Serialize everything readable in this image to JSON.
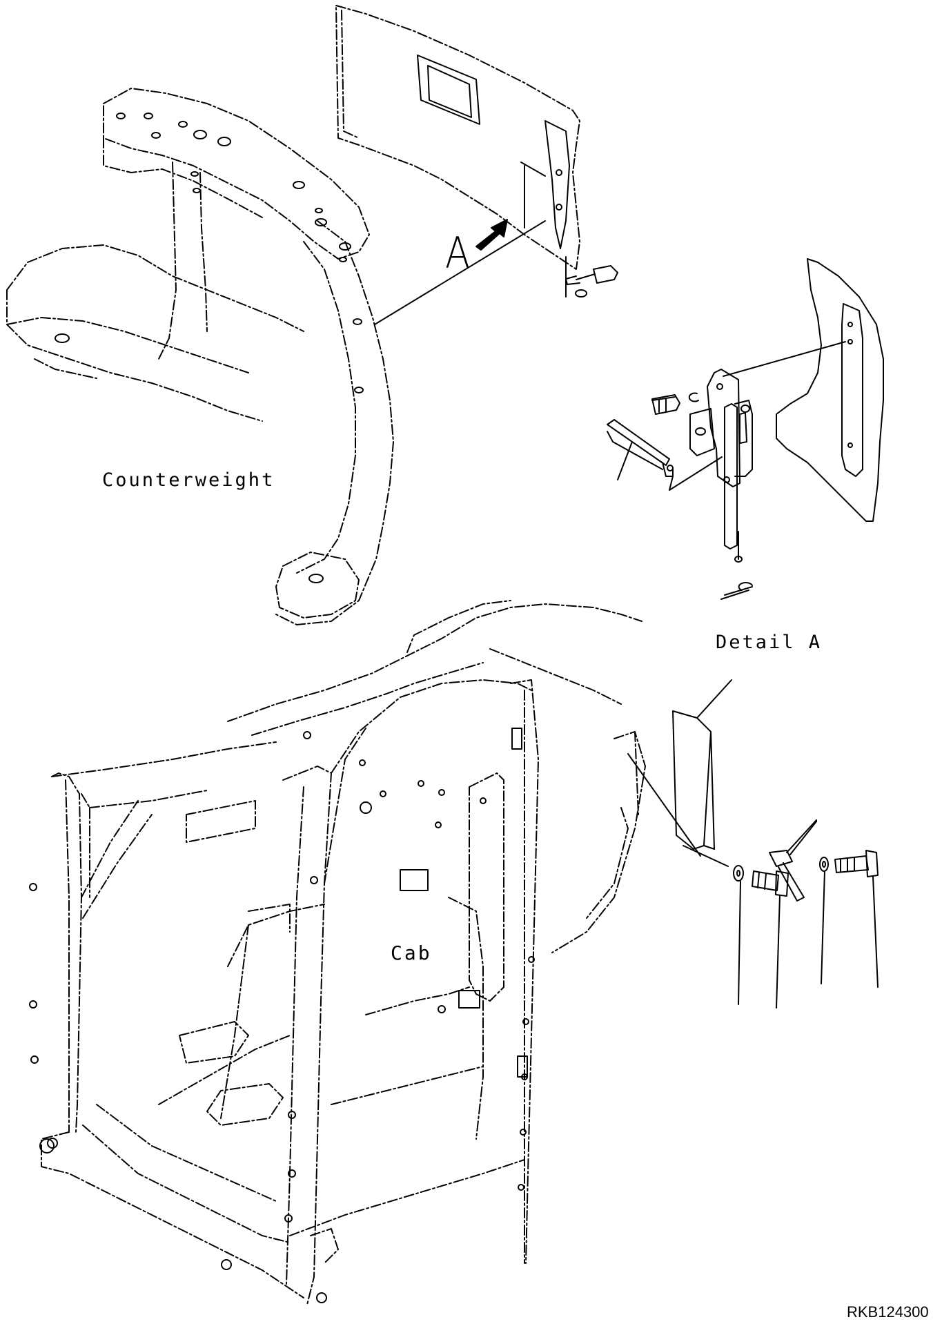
{
  "labels": {
    "counterweight": "Counterweight",
    "detail": "Detail A",
    "cab": "Cab",
    "view_marker": "A",
    "drawing_code": "RKB124300"
  },
  "colors": {
    "line": "#000000",
    "background": "#ffffff"
  },
  "icons": {
    "view_arrow": "view-arrow-icon"
  }
}
